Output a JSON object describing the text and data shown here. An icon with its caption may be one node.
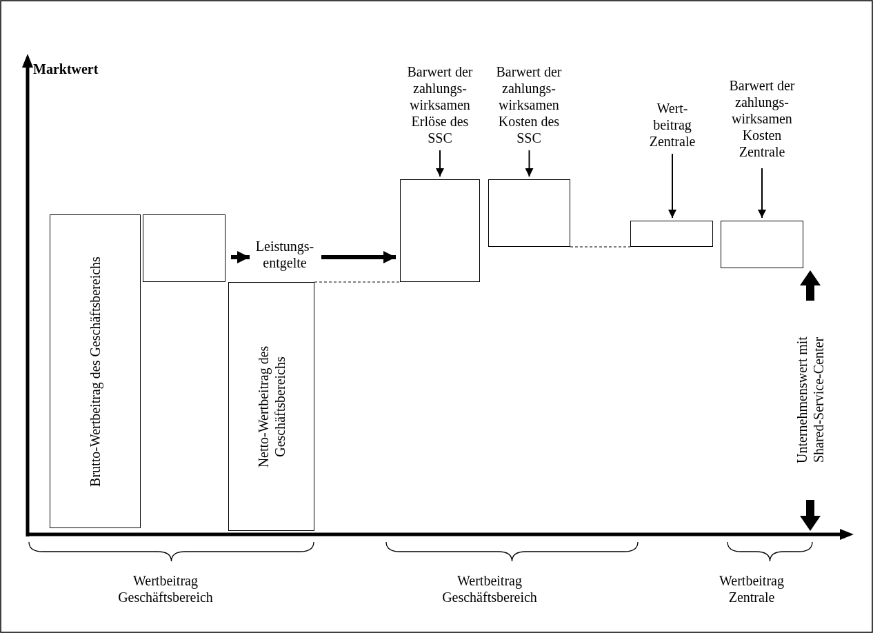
{
  "diagram": {
    "nodes": [
      {
        "text": [
          "Brutto-Wertbeitrag des Geschäftsbereichs"
        ]
      },
      {
        "text": [],
        "shape": "box"
      },
      {
        "text": [
          "Leistungs- entgelte"
        ]
      },
      {
        "text": [
          "Netto-Wertbeitrag des Geschäftsbereichs"
        ]
      },
      {
        "text": [
          "Barwert der zahlungs- wirksamen Erlöse des SSC"
        ]
      },
      {
        "text": [
          "Barwert der zahlungs- wirksamen Kosten des SSC"
        ]
      },
      {
        "text": [
          "Wert- beitrag Zentrale"
        ]
      },
      {
        "text": [
          "Barwert der zahlungs- wirksamen Kosten Zentrale"
        ]
      },
      {
        "text": [],
        "shape": "box"
      },
      {
        "text": [],
        "shape": "box"
      },
      {
        "text": [],
        "shape": "box"
      },
      {
        "text": [],
        "shape": "box"
      }
    ],
    "edges": [
      {
        "from": 1,
        "to": 2,
        "arrow": "to",
        "style": "thick"
      },
      {
        "from": 2,
        "to": 8,
        "arrow": "to",
        "style": "thick"
      },
      {
        "from": 3,
        "to": 8,
        "arrow": "none",
        "style": "dashed"
      },
      {
        "from": 4,
        "to": 8,
        "arrow": "to"
      },
      {
        "from": 5,
        "to": 9,
        "arrow": "to"
      },
      {
        "from": 9,
        "to": 10,
        "arrow": "none",
        "style": "dashed"
      },
      {
        "from": 6,
        "to": 10,
        "arrow": "to"
      },
      {
        "from": 7,
        "to": 11,
        "arrow": "to"
      }
    ],
    "labels": [
      "Marktwert",
      "Unternehmenswert mit Shared-Service-Center",
      "Wertbeitrag Geschäftsbereich",
      "Wertbeitrag Geschäftsbereich",
      "Wertbeitrag Zentrale"
    ]
  }
}
